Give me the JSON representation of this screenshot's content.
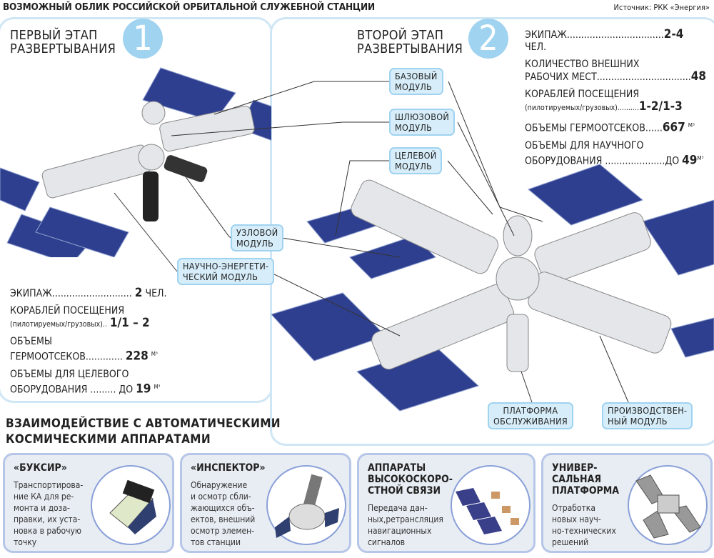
{
  "title": "ВОЗМОЖНЫЙ ОБЛИК РОССИЙСКОЙ ОРБИТАЛЬНОЙ СЛУЖЕБНОЙ СТАНЦИИ",
  "source": "Источник: РКК «Энергия»",
  "stage1": {
    "title_line1": "ПЕРВЫЙ ЭТАП",
    "title_line2": "РАЗВЕРТЫВАНИЯ",
    "number": "1",
    "stats": [
      {
        "label": "ЭКИПАЖ............................",
        "value": "2",
        "unit": "ЧЕЛ."
      },
      {
        "label": "КОРАБЛЕЙ ПОСЕЩЕНИЯ",
        "sub": "(пилотируемых/грузовых)..",
        "value": "1/1 – 2"
      },
      {
        "label": "ОБЪЕМЫ",
        "label2": "ГЕРМООТСЕКОВ.............",
        "value": "228",
        "unit": "М³"
      },
      {
        "label": "ОБЪЕМЫ ДЛЯ ЦЕЛЕВОГО",
        "label2": "ОБОРУДОВАНИЯ ......... ДО",
        "value": "19",
        "unit": "М³"
      }
    ]
  },
  "stage2": {
    "title_line1": "ВТОРОЙ ЭТАП",
    "title_line2": "РАЗВЕРТЫВАНИЯ",
    "number": "2",
    "stats": [
      {
        "label": "ЭКИПАЖ..................................",
        "value": "2-4",
        "unit": "ЧЕЛ."
      },
      {
        "label": "КОЛИЧЕСТВО ВНЕШНИХ",
        "label2": "РАБОЧИХ МЕСТ.................................",
        "value": "48"
      },
      {
        "label": "КОРАБЛЕЙ ПОСЕЩЕНИЯ",
        "sub": "(пилотируемых/грузовых)..........",
        "value": "1-2/1-3"
      },
      {
        "label": "ОБЪЕМЫ ГЕРМООТСЕКОВ......",
        "value": "667",
        "unit": "М³"
      },
      {
        "label": "ОБЪЕМЫ ДЛЯ НАУЧНОГО",
        "label2": "ОБОРУДОВАНИЯ .....................ДО",
        "value": "49",
        "unit": "М³"
      }
    ]
  },
  "callouts": {
    "base": {
      "l1": "БАЗОВЫЙ",
      "l2": "МОДУЛЬ"
    },
    "airlock": {
      "l1": "ШЛЮЗОВОЙ",
      "l2": "МОДУЛЬ"
    },
    "target": {
      "l1": "ЦЕЛЕВОЙ",
      "l2": "МОДУЛЬ"
    },
    "node": {
      "l1": "УЗЛОВОЙ",
      "l2": "МОДУЛЬ"
    },
    "science_power": {
      "l1": "НАУЧНО-ЭНЕРГЕТИ-",
      "l2": "ЧЕСКИЙ МОДУЛЬ"
    },
    "platform": {
      "l1": "ПЛАТФОРМА",
      "l2": "ОБСЛУЖИВАНИЯ"
    },
    "production": {
      "l1": "ПРОИЗВОДСТВЕН-",
      "l2": "НЫЙ МОДУЛЬ"
    }
  },
  "interaction": {
    "title_line1": "ВЗАИМОДЕЙСТВИЕ  С АВТОМАТИЧЕСКИМИ",
    "title_line2": "КОСМИЧЕСКИМИ АППАРАТАМИ",
    "cards": [
      {
        "title": [
          "«БУКСИР»"
        ],
        "text": [
          "Транспортирова-",
          "ние КА для ре-",
          "монта и доза-",
          "правки, их уста-",
          "новка в рабочую",
          "точку"
        ]
      },
      {
        "title": [
          "«ИНСПЕКТОР»"
        ],
        "text": [
          "Обнаружение",
          "и осмотр сбли-",
          "жающихся объ-",
          "ектов, внешний",
          "осмотр элемен-",
          "тов станции"
        ]
      },
      {
        "title": [
          "АППАРАТЫ",
          "ВЫСОКОСКОРО-",
          "СТНОЙ СВЯЗИ"
        ],
        "text": [
          "Передача дан-",
          "ных,ретрансляция",
          "навигационных",
          "сигналов"
        ]
      },
      {
        "title": [
          "УНИВЕР-",
          "САЛЬНАЯ",
          "ПЛАТФОРМА"
        ],
        "text": [
          "Отработка",
          "новых науч-",
          "но-технических",
          "решений"
        ]
      }
    ]
  },
  "colors": {
    "panel_border": "#cfe6f5",
    "callout_bg": "#d7eefa",
    "callout_border": "#9fd3f0",
    "solar": "#2f3f8f",
    "card_bg": "#e8edf3",
    "card_border": "#b6c6e8"
  }
}
